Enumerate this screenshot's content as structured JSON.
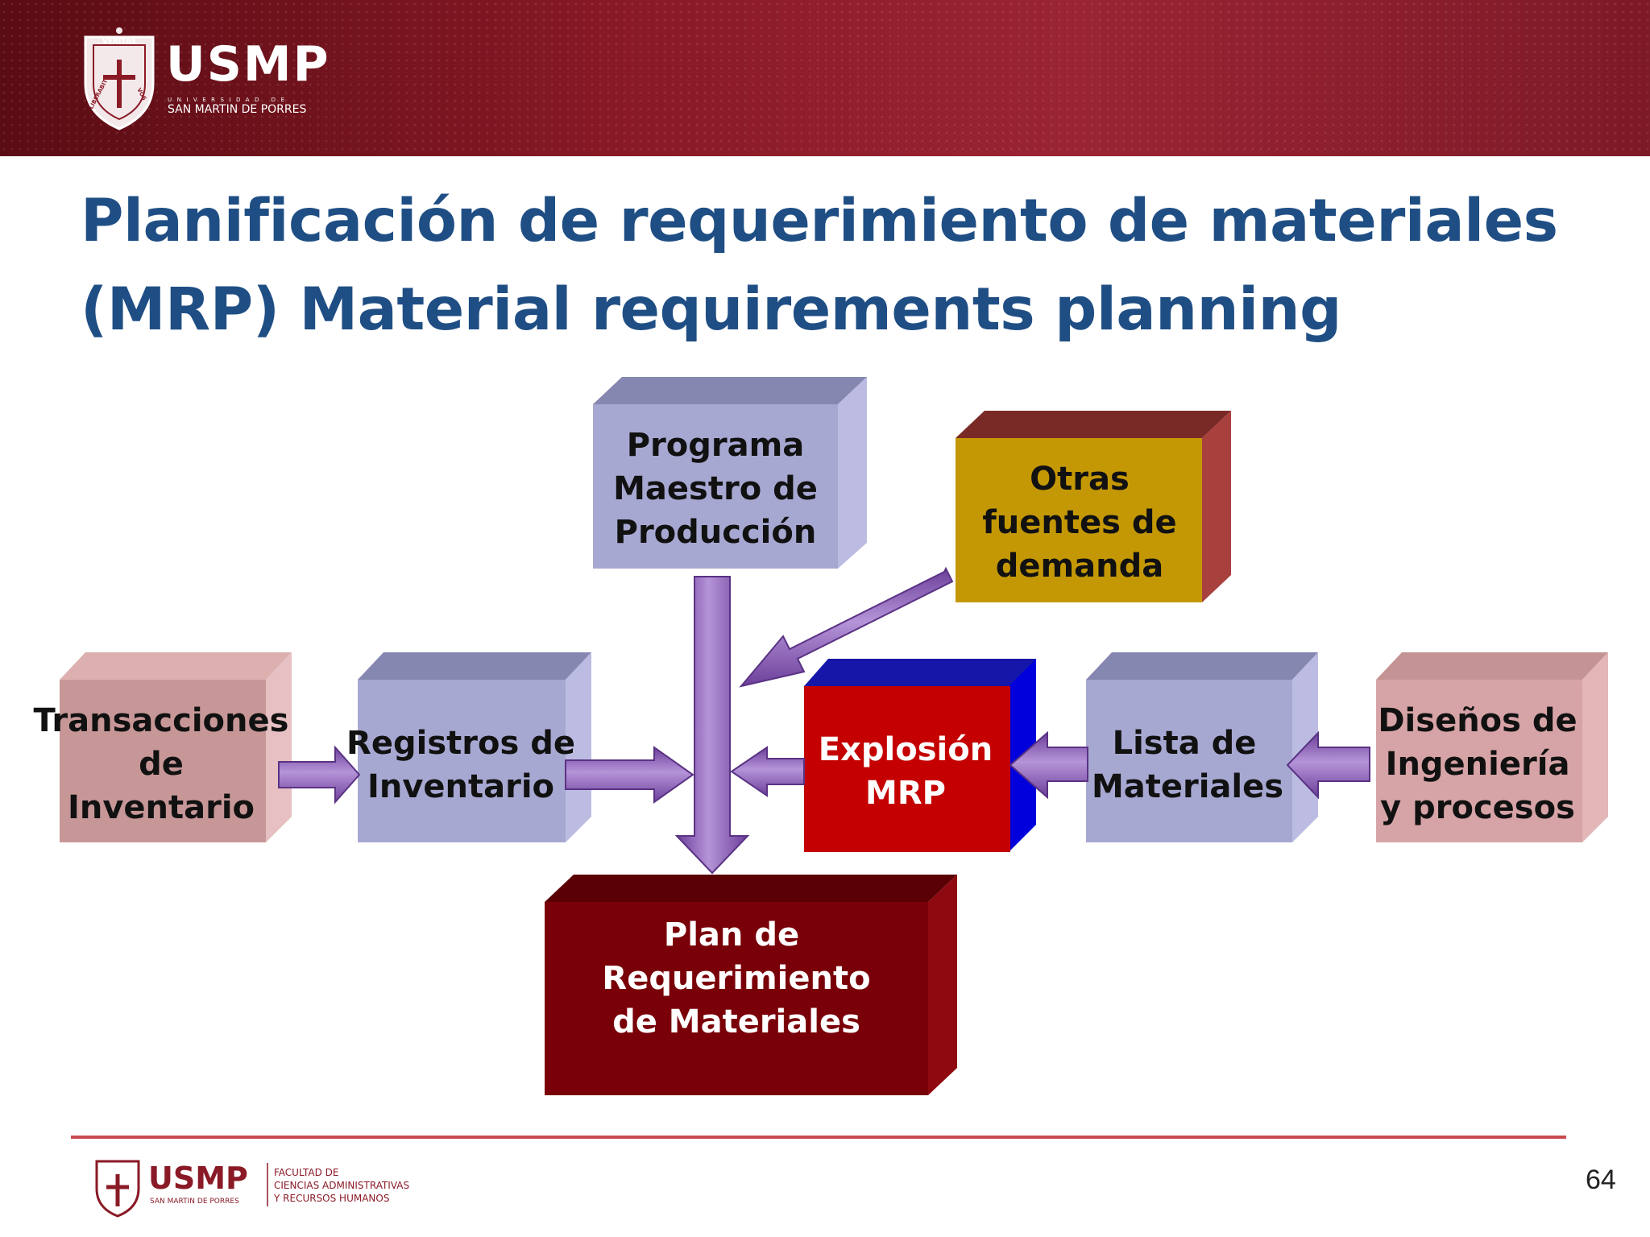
{
  "header": {
    "logo_name": "USMP",
    "logo_university": "UNIVERSIDAD DE",
    "logo_subtitle": "SAN MARTIN DE PORRES",
    "crest_motto_top": "VERITAS",
    "crest_motto_left": "LIBERABIT",
    "crest_motto_right": "VOS",
    "colors": {
      "band": "#8a1a26"
    }
  },
  "title": {
    "line1": "Planificación de requerimiento de materiales",
    "line2": "(MRP) Material requirements planning",
    "color": "#1f4e84"
  },
  "diagram": {
    "boxes": [
      {
        "id": "transacciones",
        "lines": [
          "Transacciones",
          "de",
          "Inventario"
        ],
        "color": "#c8999a"
      },
      {
        "id": "registros",
        "lines": [
          "Registros de",
          "Inventario"
        ],
        "color": "#a9a9d2"
      },
      {
        "id": "programa",
        "lines": [
          "Programa",
          "Maestro de",
          "Producción"
        ],
        "color": "#a9a9d2"
      },
      {
        "id": "otras",
        "lines": [
          "Otras",
          "fuentes de",
          "demanda"
        ],
        "color": "#c49a08"
      },
      {
        "id": "explosion",
        "lines": [
          "Explosión",
          "MRP"
        ],
        "color": "#c40000"
      },
      {
        "id": "lista",
        "lines": [
          "Lista de",
          "Materiales"
        ],
        "color": "#a9a9d2"
      },
      {
        "id": "disenos",
        "lines": [
          "Diseños de",
          "Ingeniería",
          "y procesos"
        ],
        "color": "#d8a5a8"
      },
      {
        "id": "plan",
        "lines": [
          "Plan de",
          "Requerimiento",
          "de Materiales"
        ],
        "color": "#7a0008"
      }
    ],
    "arrow_color": "#8e62b8"
  },
  "footer": {
    "logo_name": "USMP",
    "logo_subtitle": "SAN MARTIN DE PORRES",
    "faculty": [
      "FACULTAD DE",
      "CIENCIAS ADMINISTRATIVAS",
      "Y RECURSOS HUMANOS"
    ],
    "page_number": "64"
  }
}
